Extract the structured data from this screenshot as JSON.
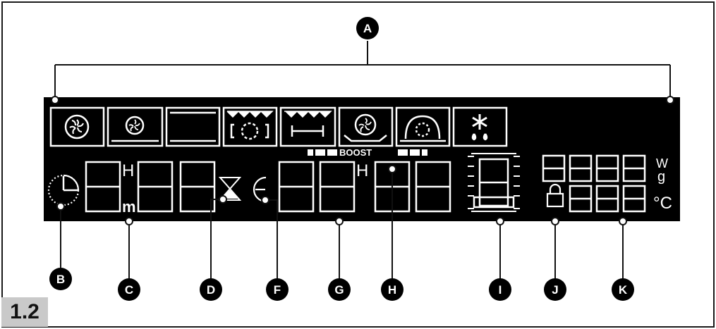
{
  "figure": {
    "label": "1.2"
  },
  "display": {
    "boost_text": "BOOST",
    "hour_symbol_left": "H",
    "minute_symbol": "m",
    "hour_symbol_right": "H",
    "weight_unit_w": "W",
    "weight_unit_g": "g",
    "temp_unit": "°C"
  },
  "callouts": [
    {
      "letter": "A"
    },
    {
      "letter": "B"
    },
    {
      "letter": "C"
    },
    {
      "letter": "D"
    },
    {
      "letter": "F"
    },
    {
      "letter": "G"
    },
    {
      "letter": "H"
    },
    {
      "letter": "I"
    },
    {
      "letter": "J"
    },
    {
      "letter": "K"
    }
  ],
  "colors": {
    "panel": "#000000",
    "segment": "#ffffff",
    "callout_bg": "#000000",
    "callout_fg": "#ffffff",
    "figure_label_bg": "#c9c9c9"
  },
  "icons": [
    "fan-icon",
    "fan-bottom-heat-icon",
    "top-bottom-heat-icon",
    "fan-grill-icon",
    "grill-icon",
    "fan-bottom-heat-tray-icon",
    "fan-dome-icon",
    "defrost-icon",
    "clock-icon",
    "hourglass-icon",
    "end-time-icon",
    "lock-icon"
  ]
}
